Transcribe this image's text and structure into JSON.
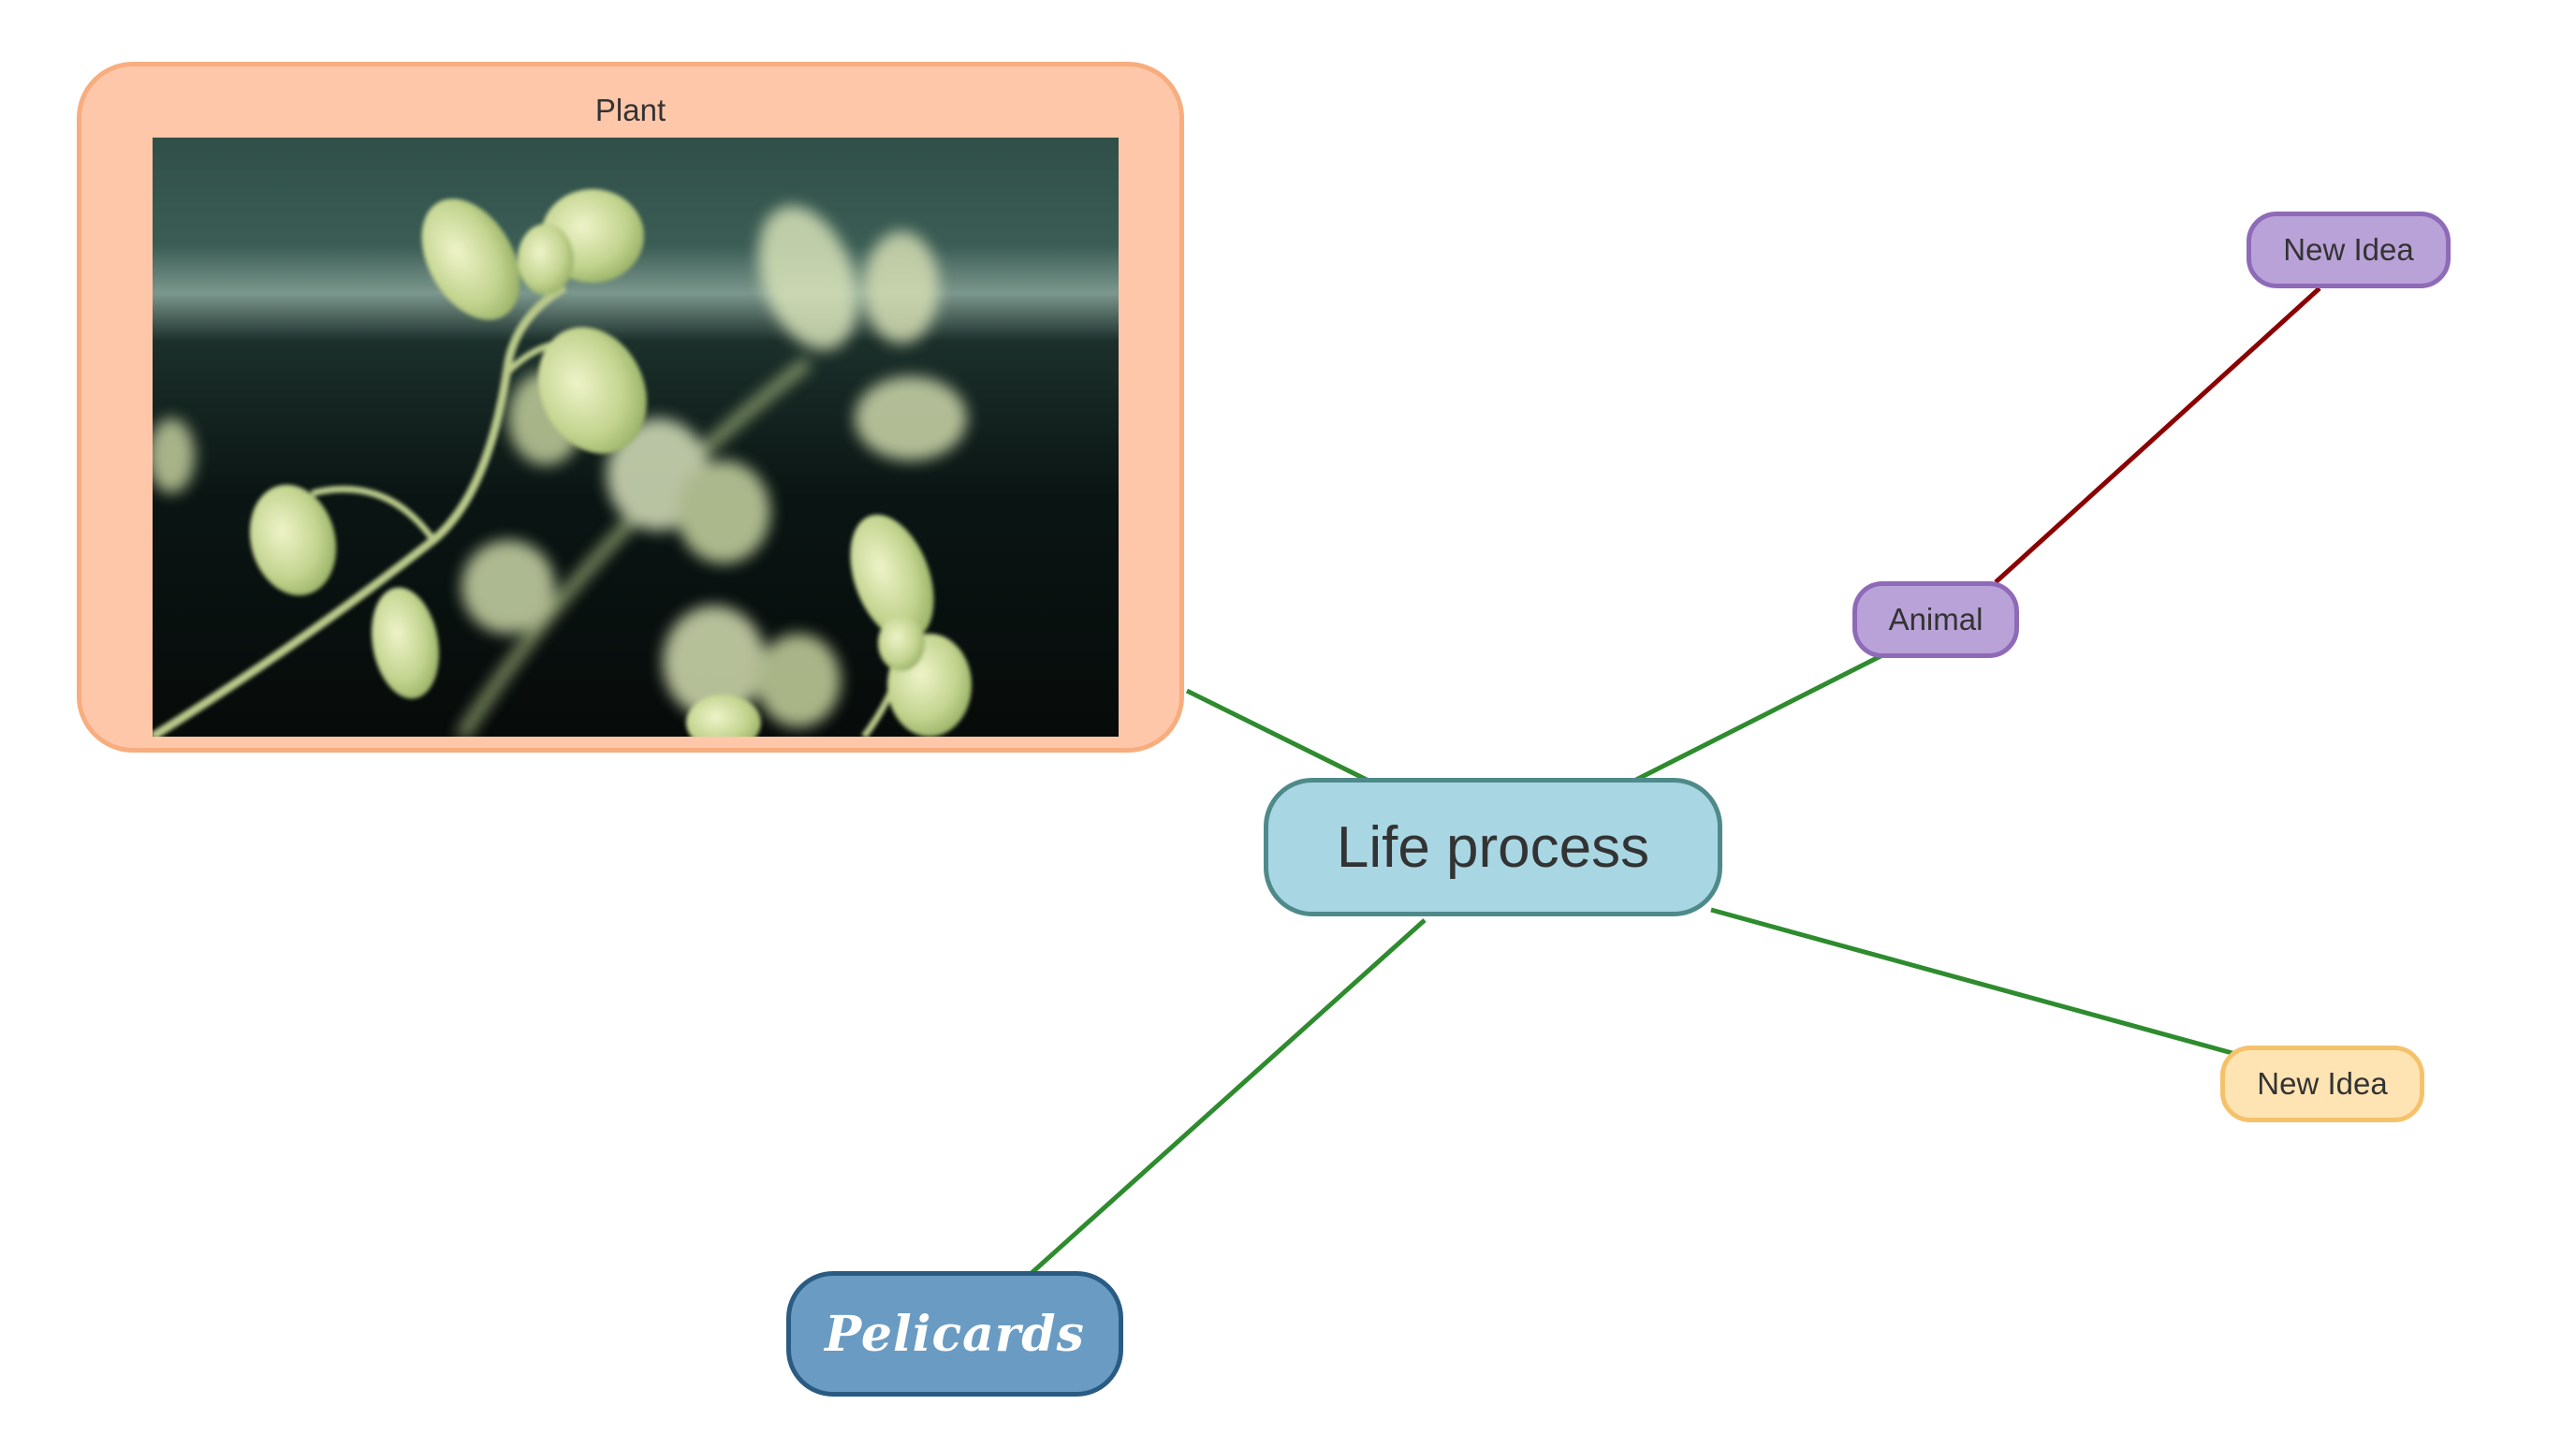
{
  "diagram": {
    "center_node": {
      "label": "Life process",
      "fill": "#a9d6e3",
      "border": "#4f8a8b"
    },
    "nodes": {
      "plant": {
        "label": "Plant",
        "fill": "#ffc7aa",
        "border": "#f8ad7e",
        "image_icon": "plant-seedling-photo"
      },
      "animal": {
        "label": "Animal",
        "fill": "#b9a2d7",
        "border": "#8e6ab8"
      },
      "new_idea_top": {
        "label": "New Idea",
        "fill": "#b9a2d7",
        "border": "#8e6ab8"
      },
      "new_idea_right": {
        "label": "New Idea",
        "fill": "#ffe4b3",
        "border": "#f5c26b"
      },
      "pelicards": {
        "label": "Pelicards",
        "fill": "#6a9bc3",
        "border": "#2a5b82"
      }
    },
    "connector_colors": {
      "branch": "#2e8b2e",
      "sub_branch": "#8b0000"
    }
  }
}
